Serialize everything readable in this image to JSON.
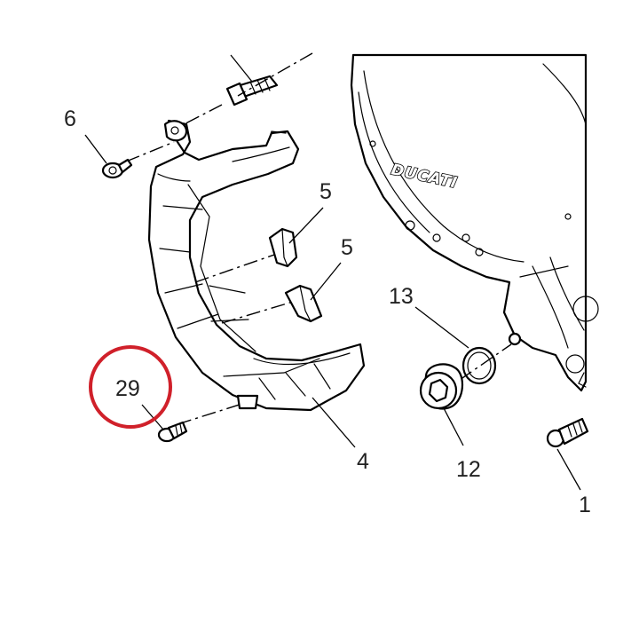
{
  "callouts": {
    "c6": "6",
    "c5a": "5",
    "c5b": "5",
    "c13": "13",
    "c29": "29",
    "c4": "4",
    "c12": "12",
    "c1": "1"
  },
  "engine_cover": {
    "brand": "DUCATI"
  },
  "highlight": {
    "part": "29",
    "color": "#d0202a"
  }
}
